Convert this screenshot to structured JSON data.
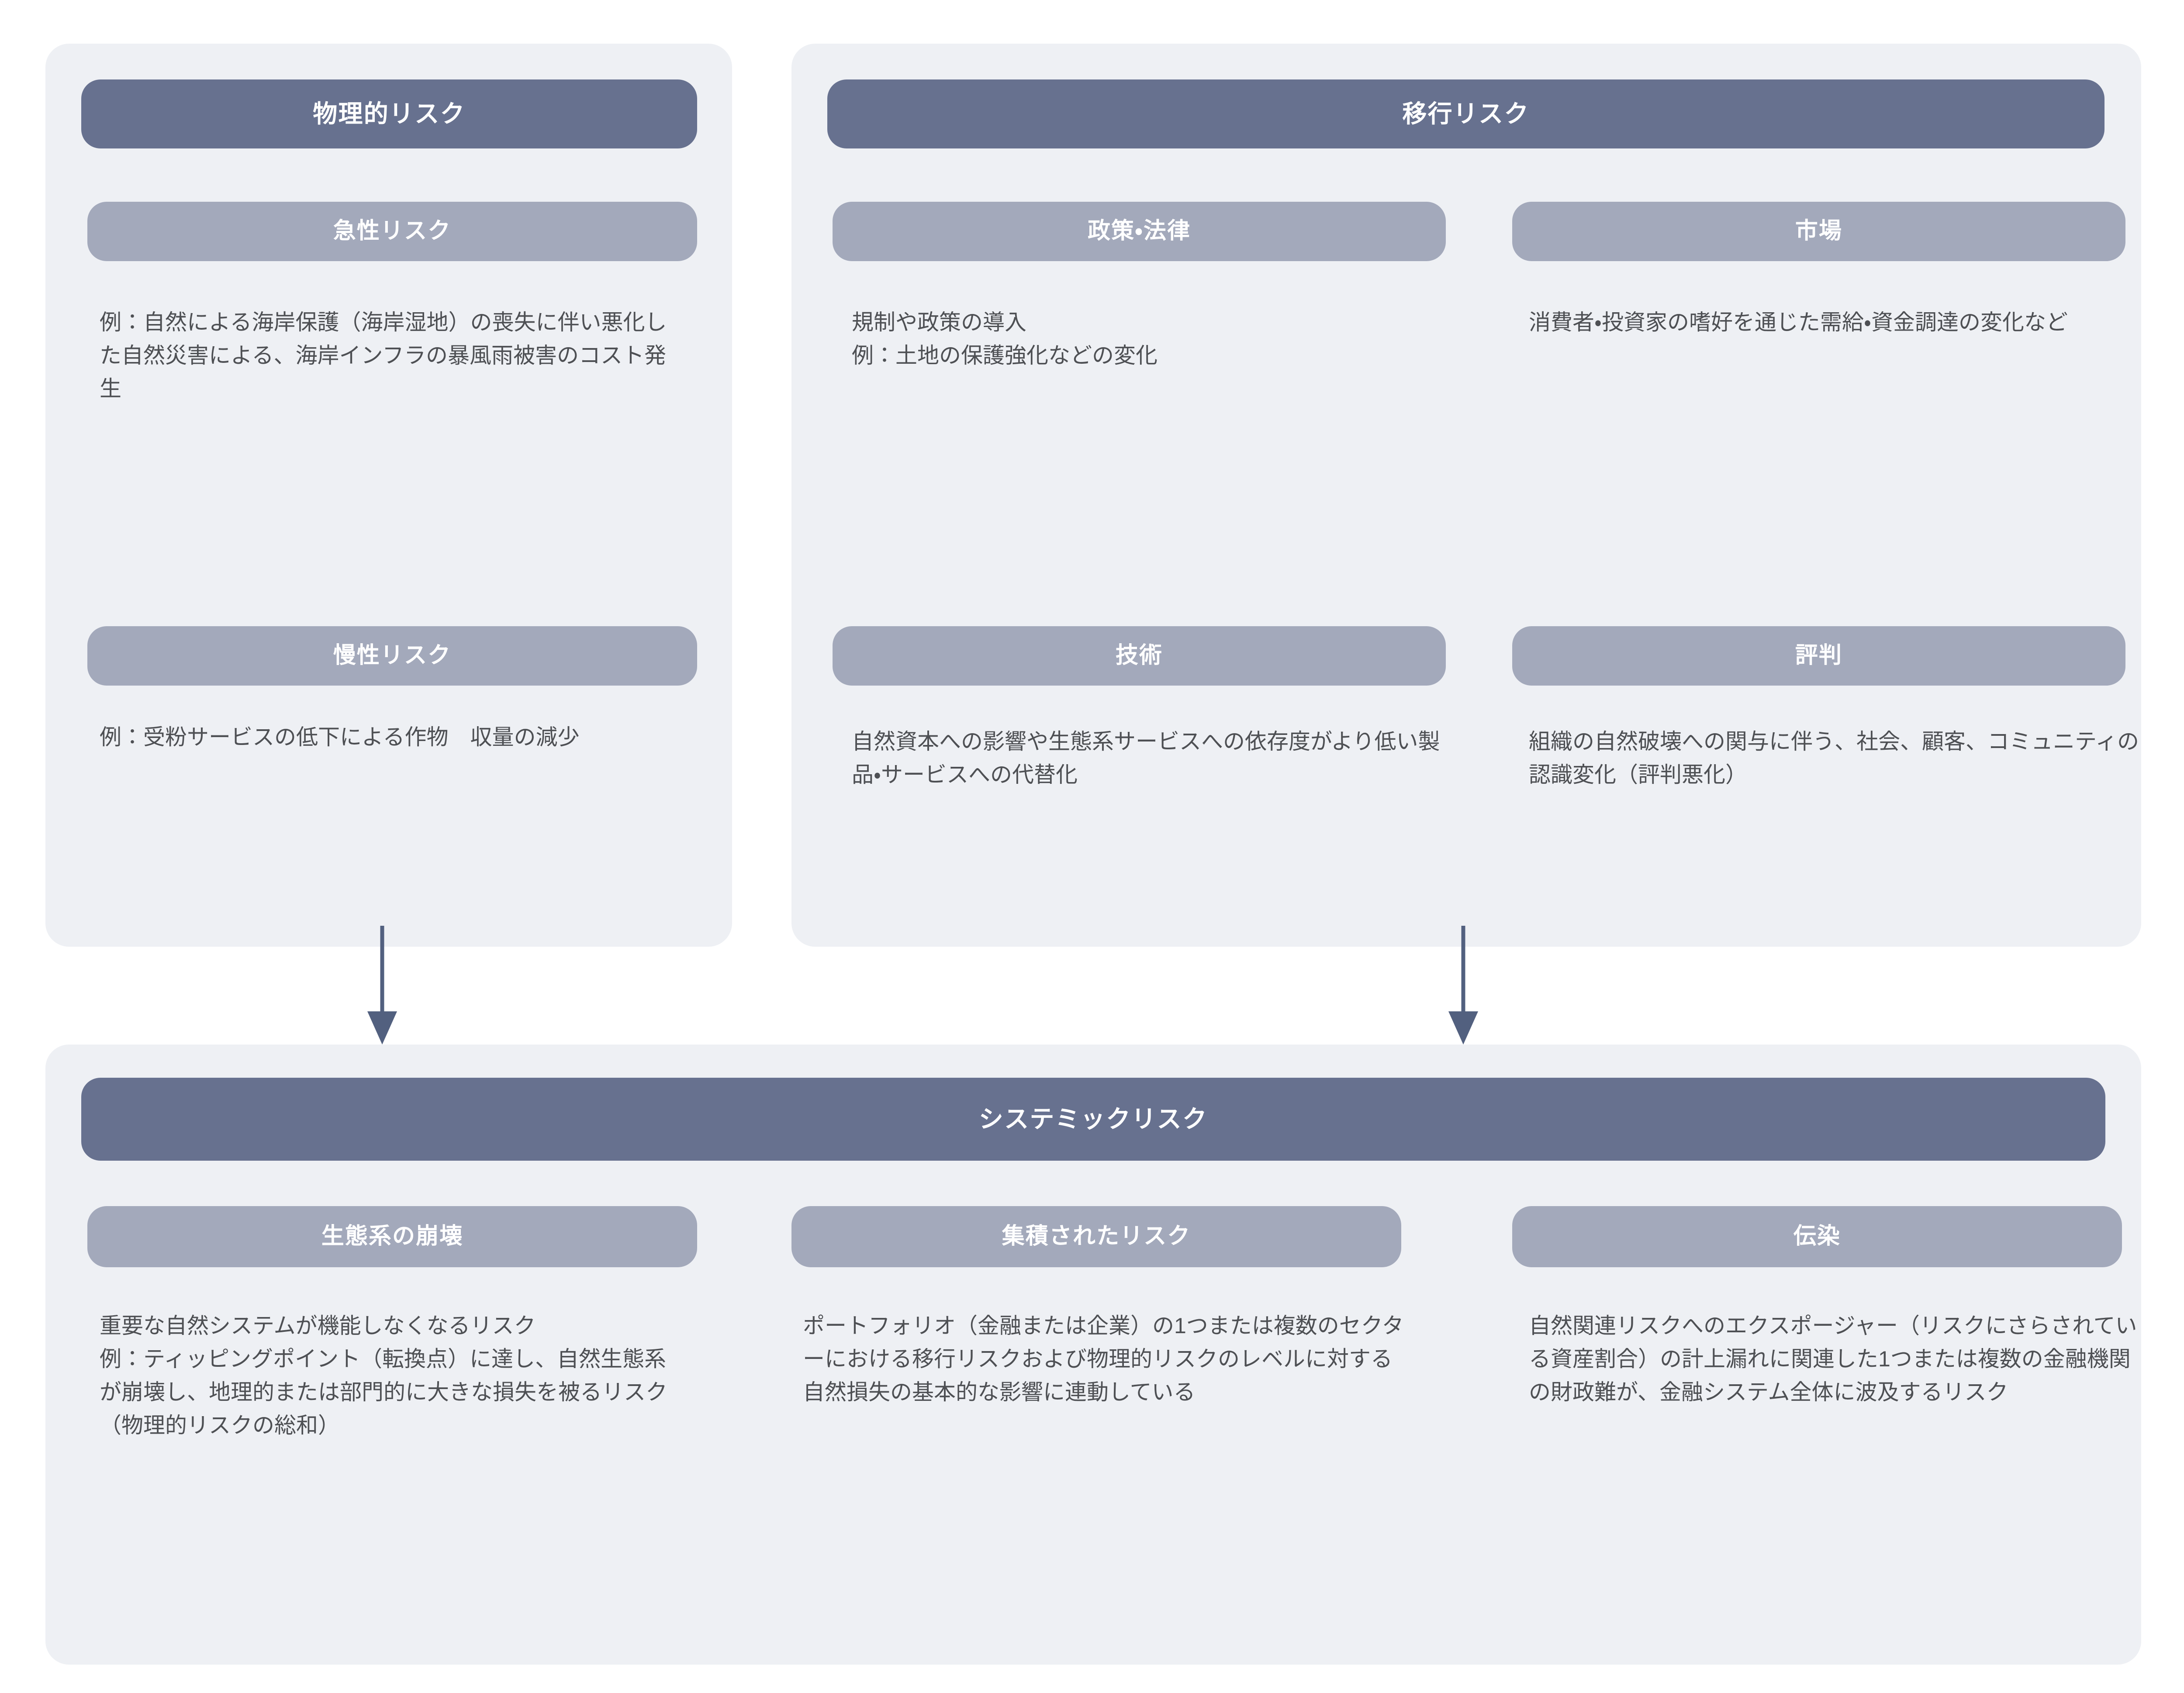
{
  "colors": {
    "panel_bg": "#eef0f4",
    "main_bar": "#67718f",
    "sub_bar": "#a3a9bb",
    "bar_text": "#ffffff",
    "body_text": "#4e5054",
    "arrow": "#52607f",
    "page_bg": "#ffffff"
  },
  "physical_risk": {
    "title": "物理的リスク",
    "subsections": [
      {
        "heading": "急性リスク",
        "body": "例：自然による海岸保護（海岸湿地）の喪失に伴い悪化した自然災害による、海岸インフラの暴風雨被害のコスト発生"
      },
      {
        "heading": "慢性リスク",
        "body": "例：受粉サービスの低下による作物　収量の減少"
      }
    ]
  },
  "transition_risk": {
    "title": "移行リスク",
    "subsections": [
      {
        "heading": "政策・法律",
        "body": "規制や政策の導入\n例：土地の保護強化などの変化"
      },
      {
        "heading": "市場",
        "body": "消費者・投資家の嗜好を通じた需給・資金調達の変化など"
      },
      {
        "heading": "技術",
        "body": "自然資本への影響や生態系サービスへの依存度がより低い製品・サービスへの代替化"
      },
      {
        "heading": "評判",
        "body": "組織の自然破壊への関与に伴う、社会、顧客、コミュニティの認識変化（評判悪化）"
      }
    ]
  },
  "systemic_risk": {
    "title": "システミックリスク",
    "subsections": [
      {
        "heading": "生態系の崩壊",
        "body": "重要な自然システムが機能しなくなるリスク\n例：ティッピングポイント（転換点）に達し、自然生態系が崩壊し、地理的または部門的に大きな損失を被るリスク（物理的リスクの総和）"
      },
      {
        "heading": "集積されたリスク",
        "body": "ポートフォリオ（金融または企業）の1つまたは複数のセクターにおける移行リスクおよび物理的リスクのレベルに対する自然損失の基本的な影響に連動している"
      },
      {
        "heading": "伝染",
        "body": "自然関連リスクへのエクスポージャー（リスクにさらされている資産割合）の計上漏れに関連した1つまたは複数の金融機関の財政難が、金融システム全体に波及するリスク"
      }
    ]
  },
  "arrows": [
    {
      "name": "physical-to-systemic",
      "from": "物理的リスク",
      "to": "システミックリスク"
    },
    {
      "name": "transition-to-systemic",
      "from": "移行リスク",
      "to": "システミックリスク"
    }
  ]
}
